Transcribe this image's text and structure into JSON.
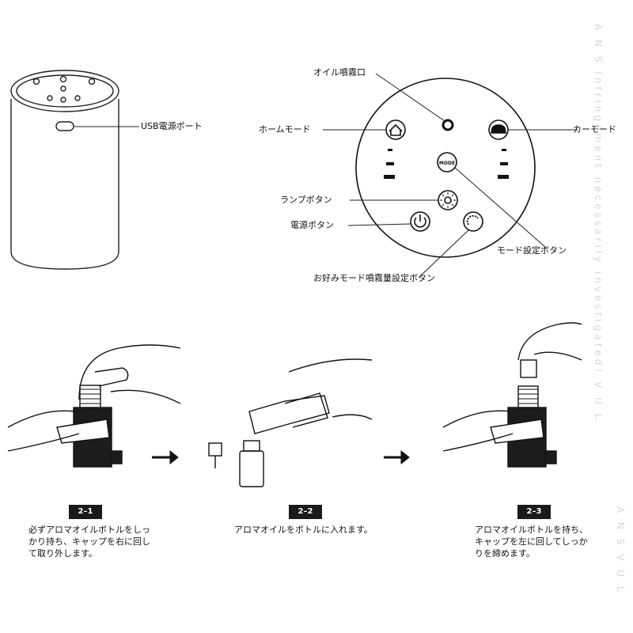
{
  "device_labels": {
    "usb_port": "USB電源ポート",
    "oil_outlet": "オイル噴霧口",
    "home_mode": "ホームモード",
    "car_mode": "カーモード",
    "lamp_button": "ランプボタン",
    "power_button": "電源ボタン",
    "mode_button": "モード設定ボタン",
    "preferred_mode": "お好みモード噴霧量設定ボタン",
    "mode_icon_text": "MODE"
  },
  "steps": [
    {
      "number": "2–1",
      "lines": [
        "必ずアロマオイルボトルをしっ",
        "かり持ち、キャップを右に回し",
        "て取り外します。"
      ]
    },
    {
      "number": "2–2",
      "lines": [
        "アロマオイルをボトルに入れます。"
      ]
    },
    {
      "number": "2–3",
      "lines": [
        "アロマオイルボトルを持ち、",
        "キャップを左に回してしっか",
        "りを締めます。"
      ]
    }
  ],
  "watermark": {
    "text": "A N S  Infringement necessarily investigated!  V U L",
    "text2": "A N S  V U L"
  }
}
